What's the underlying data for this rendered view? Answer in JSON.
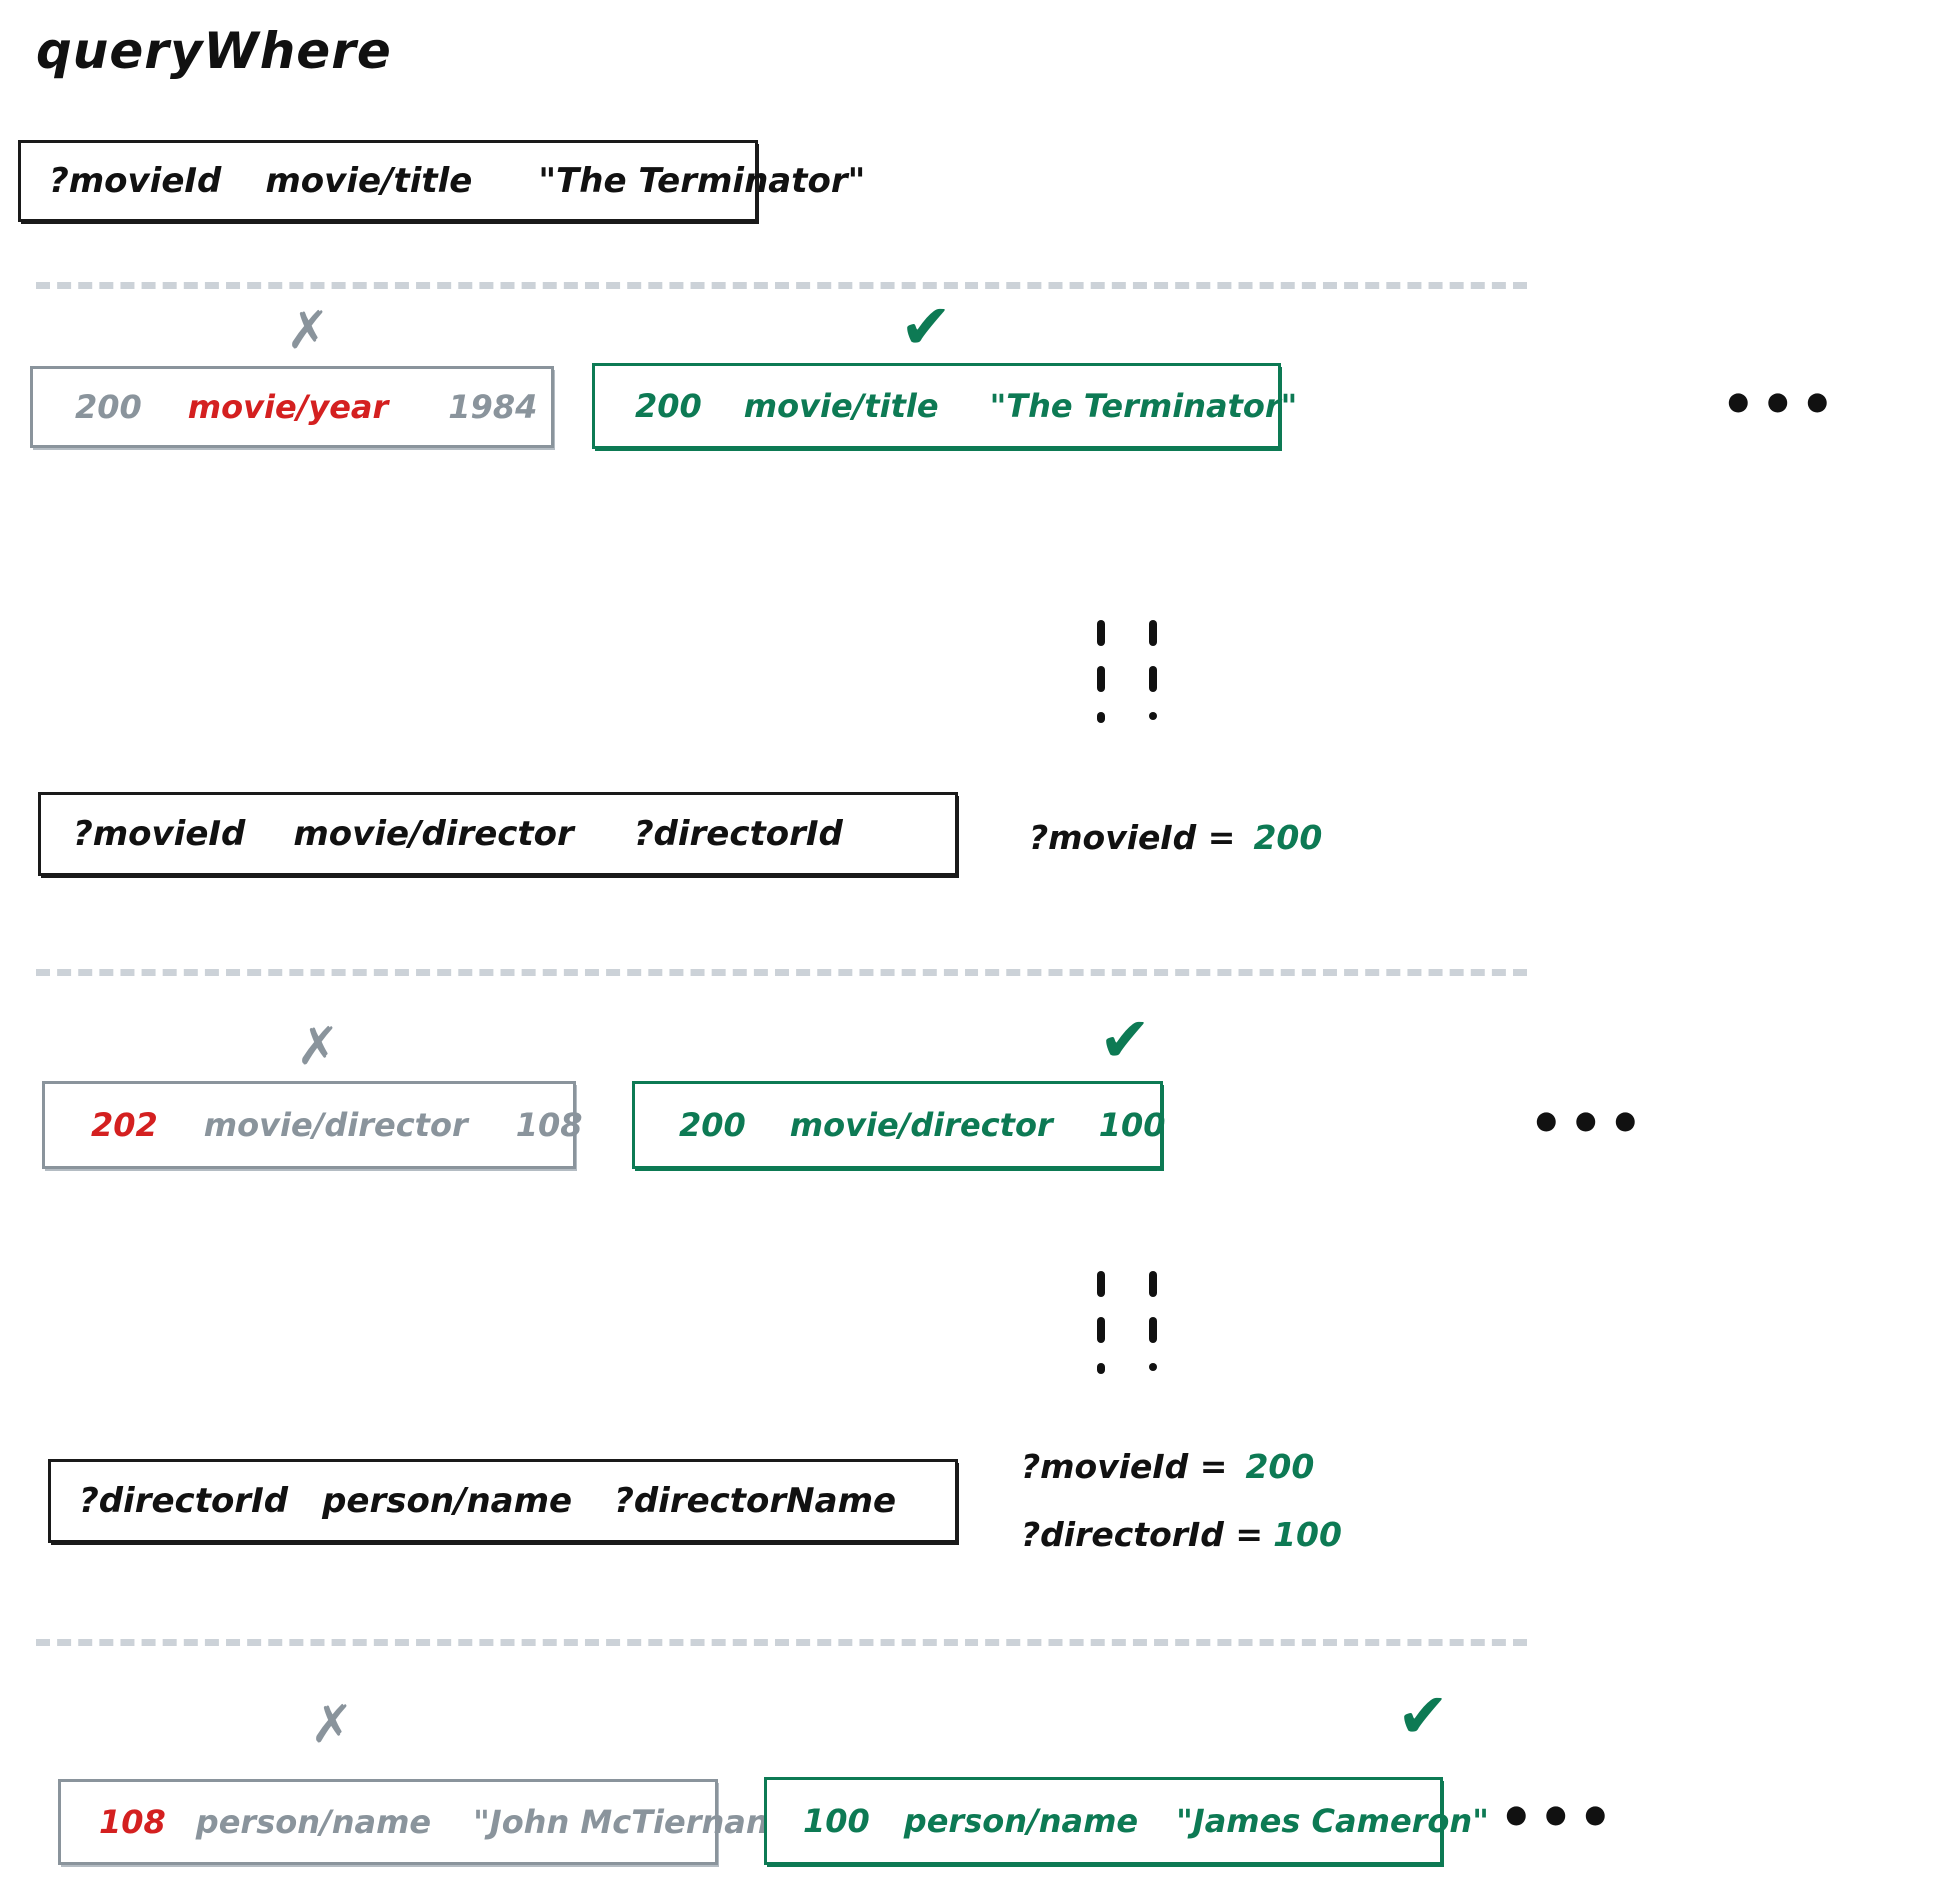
{
  "title": "queryWhere",
  "colors": {
    "ink": "#111111",
    "gray": "#8a949c",
    "green": "#0d7a54",
    "red": "#d42020",
    "dash": "#ccd2d8"
  },
  "clauses": [
    {
      "id": "clause-1",
      "entity": "?movieId",
      "attribute": "movie/title",
      "value": "\"The Terminator\""
    },
    {
      "id": "clause-2",
      "entity": "?movieId",
      "attribute": "movie/director",
      "value": "?directorId"
    },
    {
      "id": "clause-3",
      "entity": "?directorId",
      "attribute": "person/name",
      "value": "?directorName"
    }
  ],
  "rows": [
    {
      "id": "row-1",
      "reject_mark": "✗",
      "accept_mark": "✔",
      "reject": {
        "entity": "200",
        "attribute": "movie/year",
        "value": "1984",
        "highlight": "attribute"
      },
      "accept": {
        "entity": "200",
        "attribute": "movie/title",
        "value": "\"The Terminator\""
      },
      "ellipsis": "•••"
    },
    {
      "id": "row-2",
      "reject_mark": "✗",
      "accept_mark": "✔",
      "reject": {
        "entity": "202",
        "attribute": "movie/director",
        "value": "108",
        "highlight": "entity"
      },
      "accept": {
        "entity": "200",
        "attribute": "movie/director",
        "value": "100"
      },
      "ellipsis": "•••"
    },
    {
      "id": "row-3",
      "reject_mark": "✗",
      "accept_mark": "✔",
      "reject": {
        "entity": "108",
        "attribute": "person/name",
        "value": "\"John McTiernan\"",
        "highlight": "entity"
      },
      "accept": {
        "entity": "100",
        "attribute": "person/name",
        "value": "\"James Cameron\""
      },
      "ellipsis": "•••"
    }
  ],
  "bindings": [
    {
      "id": "binding-1",
      "lines": [
        {
          "var": "?movieId =",
          "value": "200"
        }
      ]
    },
    {
      "id": "binding-2",
      "lines": [
        {
          "var": "?movieId =",
          "value": "200"
        },
        {
          "var": "?directorId =",
          "value": "100"
        }
      ]
    }
  ]
}
